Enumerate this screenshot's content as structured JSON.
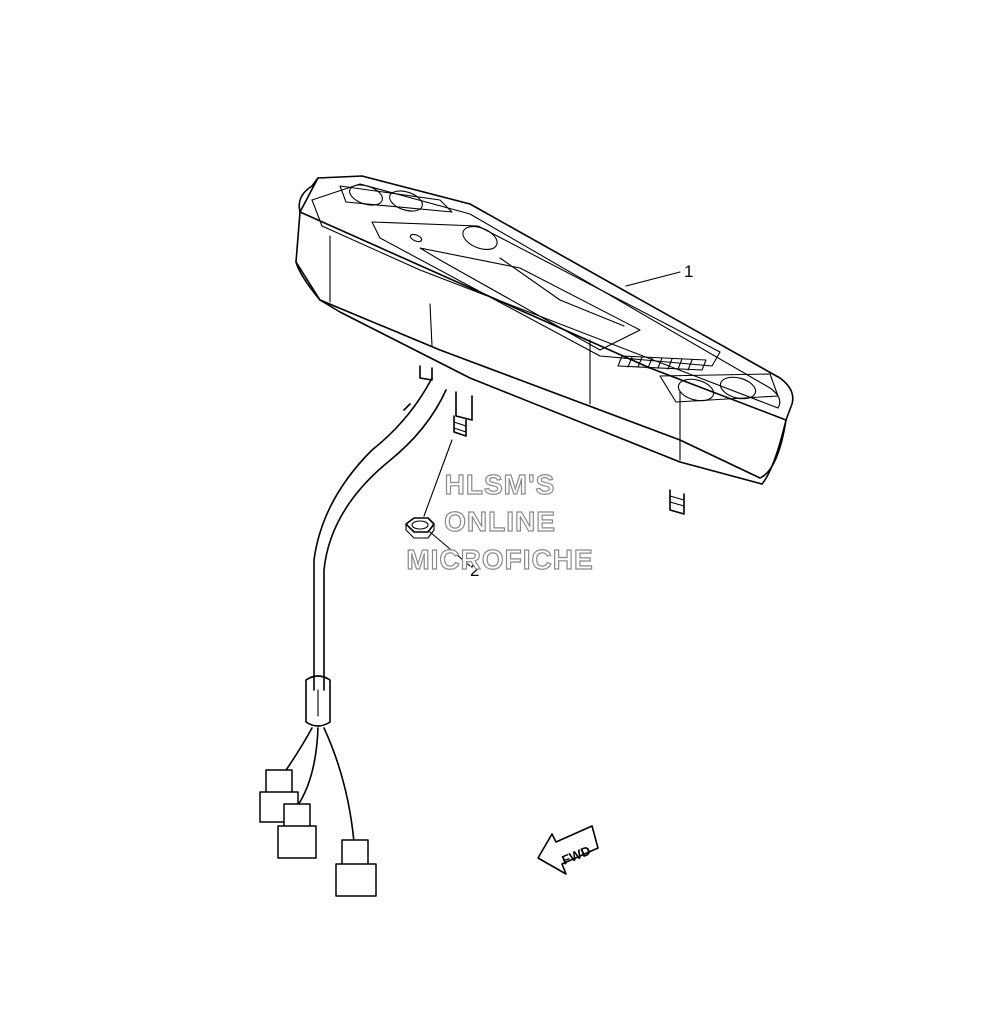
{
  "callouts": [
    {
      "number": "1"
    },
    {
      "number": "2"
    }
  ],
  "watermark": {
    "line1": "HLSM'S",
    "line2": "ONLINE",
    "line3": "MICROFICHE"
  },
  "direction_arrow": {
    "label": "FWD"
  }
}
